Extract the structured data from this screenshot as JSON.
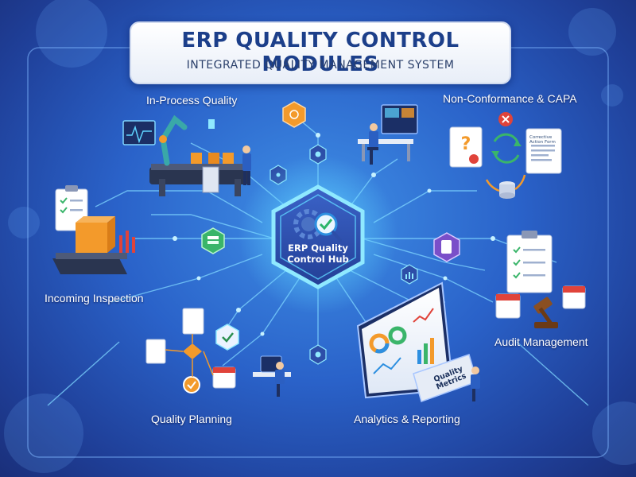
{
  "header": {
    "title": "ERP QUALITY CONTROL MODULES",
    "subtitle": "INTEGRATED QUALITY MANAGEMENT SYSTEM"
  },
  "hub": {
    "label_line1": "ERP Quality",
    "label_line2": "Control Hub"
  },
  "modules": [
    {
      "id": "in-process-quality",
      "label": "In-Process Quality"
    },
    {
      "id": "non-conformance-capa",
      "label": "Non-Conformance & CAPA"
    },
    {
      "id": "incoming-inspection",
      "label": "Incoming Inspection"
    },
    {
      "id": "audit-management",
      "label": "Audit Management"
    },
    {
      "id": "quality-planning",
      "label": "Quality Planning"
    },
    {
      "id": "analytics-reporting",
      "label": "Analytics & Reporting"
    }
  ],
  "analytics": {
    "board_label_line1": "Quality",
    "board_label_line2": "Metrics"
  },
  "capa": {
    "form_label_line1": "Corrective",
    "form_label_line2": "Action Form"
  },
  "colors": {
    "background": "#2a62c9",
    "hub_glow": "#8fe9ff",
    "accent_cyan": "#5fd4ff",
    "accent_orange": "#f39a2b",
    "accent_red": "#e0433a",
    "accent_green": "#3ab56a",
    "title_text": "#1c3f8a"
  }
}
